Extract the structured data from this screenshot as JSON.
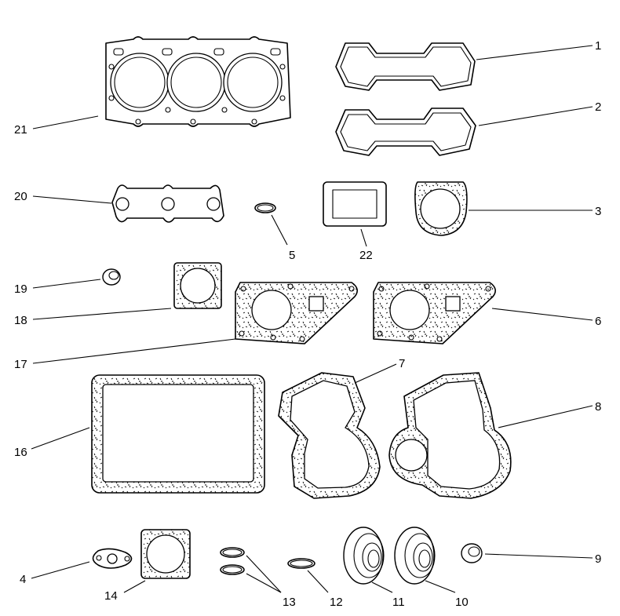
{
  "diagram": {
    "callouts": [
      "1",
      "2",
      "3",
      "4",
      "5",
      "6",
      "7",
      "8",
      "9",
      "10",
      "11",
      "12",
      "13",
      "14",
      "16",
      "17",
      "18",
      "19",
      "20",
      "21",
      "22"
    ]
  },
  "parts": {
    "p1": "1",
    "p2": "2",
    "p3": "3",
    "p4": "4",
    "p5": "5",
    "p6": "6",
    "p7": "7",
    "p8": "8",
    "p9": "9",
    "p10": "10",
    "p11": "11",
    "p12": "12",
    "p13": "13",
    "p14": "14",
    "p16": "16",
    "p17": "17",
    "p18": "18",
    "p19": "19",
    "p20": "20",
    "p21": "21",
    "p22": "22"
  }
}
